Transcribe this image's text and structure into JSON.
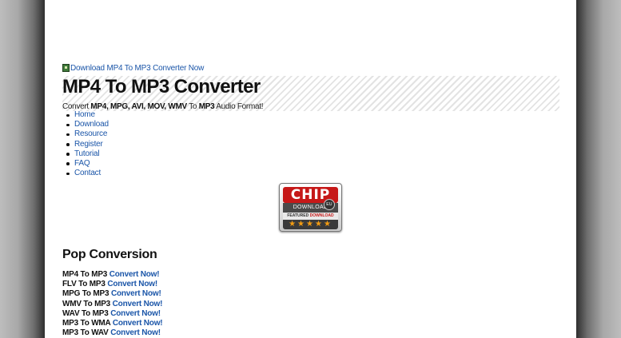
{
  "download_link": "Download MP4 To MP3 Converter Now",
  "title": "MP4 To MP3 Converter",
  "tagline": {
    "prefix": "Convert ",
    "formats": "MP4, MPG, AVI, MOV, WMV",
    "middle": " To ",
    "target": "MP3",
    "suffix": " Audio Format!"
  },
  "nav": [
    "Home",
    "Download",
    "Resource",
    "Register",
    "Tutorial",
    "FAQ",
    "Contact"
  ],
  "badge": {
    "brand": "CHIP",
    "sub": "DOWNLOAD",
    "region": "EU",
    "featured": "FEATURED",
    "download": "DOWNLOAD",
    "stars": "★★★★★",
    "rating": 5
  },
  "section_title": "Pop Conversion",
  "conversions": [
    {
      "label": "MP4 To MP3",
      "link": "Convert Now!"
    },
    {
      "label": "FLV To MP3",
      "link": "Convert Now!"
    },
    {
      "label": "MPG To MP3",
      "link": "Convert Now!"
    },
    {
      "label": "WMV To MP3",
      "link": "Convert Now!"
    },
    {
      "label": "WAV To MP3",
      "link": "Convert Now!"
    },
    {
      "label": "MP3 To WMA",
      "link": "Convert Now!"
    },
    {
      "label": "MP3 To WAV",
      "link": "Convert Now!"
    }
  ],
  "colors": {
    "link": "#1a55a8",
    "badge_red": "#c61818",
    "star": "#f39c12"
  }
}
